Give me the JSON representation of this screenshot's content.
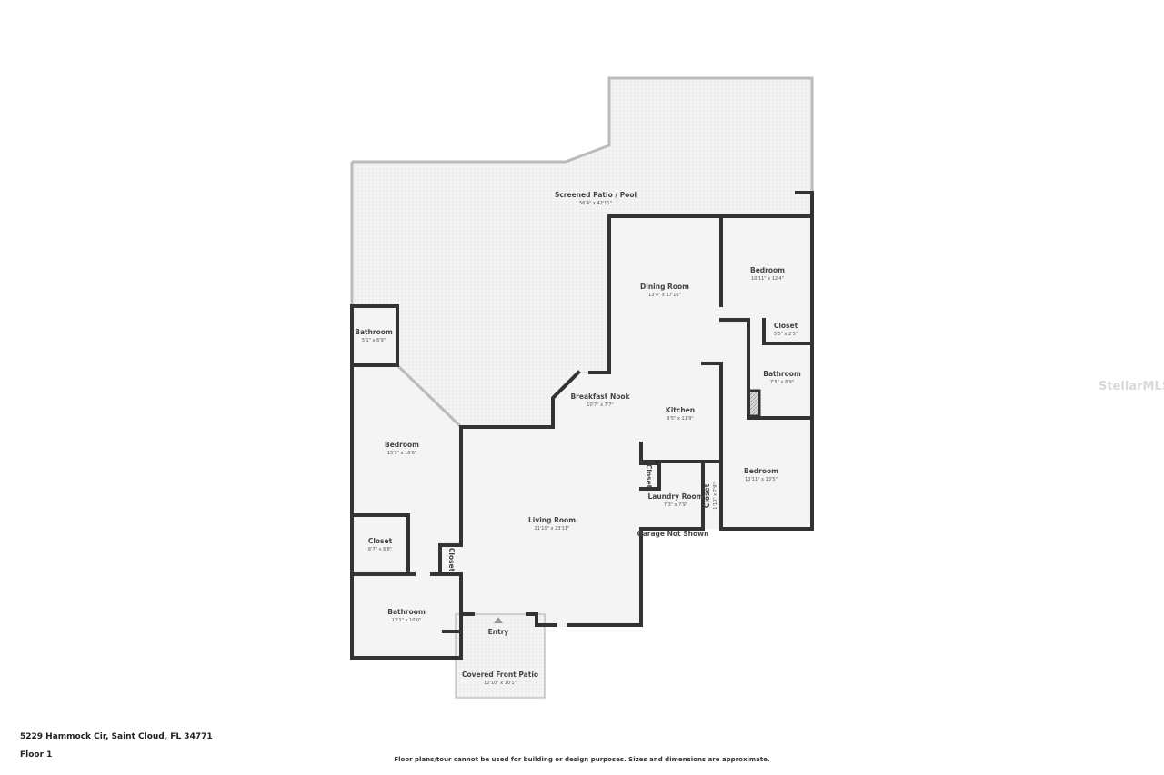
{
  "address": "5229 Hammock Cir, Saint Cloud, FL 34771",
  "floor": "Floor 1",
  "disclaimer": "Floor plans/tour cannot be used for building or design purposes. Sizes and dimensions are approximate.",
  "watermark": "StellarMLS",
  "garage_note": "Garage Not Shown",
  "rooms": {
    "patio": {
      "name": "Screened Patio / Pool",
      "dims": "56'4\" x 42'11\""
    },
    "dining": {
      "name": "Dining Room",
      "dims": "13'4\" x 17'10\""
    },
    "bedroom_ne": {
      "name": "Bedroom",
      "dims": "10'11\" x 12'4\""
    },
    "closet_ne": {
      "name": "Closet",
      "dims": "5'5\" x 2'5\""
    },
    "bath_e": {
      "name": "Bathroom",
      "dims": "7'5\" x 8'9\""
    },
    "bath_w": {
      "name": "Bathroom",
      "dims": "5'1\" x 6'9\""
    },
    "nook": {
      "name": "Breakfast Nook",
      "dims": "10'7\" x 7'7\""
    },
    "kitchen": {
      "name": "Kitchen",
      "dims": "9'5\" x 11'9\""
    },
    "bedroom_w": {
      "name": "Bedroom",
      "dims": "13'1\" x 18'6\""
    },
    "bedroom_se": {
      "name": "Bedroom",
      "dims": "10'11\" x 13'5\""
    },
    "closet_laundry": {
      "name": "Closet"
    },
    "laundry": {
      "name": "Laundry Room",
      "dims": "7'3\" x 7'9\""
    },
    "closet_se": {
      "name": "Closet",
      "dims": "1'10\" x 7'9\""
    },
    "living": {
      "name": "Living Room",
      "dims": "21'10\" x 23'11\""
    },
    "closet_w": {
      "name": "Closet",
      "dims": "6'7\" x 6'8\""
    },
    "closet_small": {
      "name": "Closet"
    },
    "bath_sw": {
      "name": "Bathroom",
      "dims": "13'1\" x 10'0\""
    },
    "entry": {
      "name": "Entry"
    },
    "front_patio": {
      "name": "Covered Front Patio",
      "dims": "10'10\" x 10'1\""
    }
  }
}
